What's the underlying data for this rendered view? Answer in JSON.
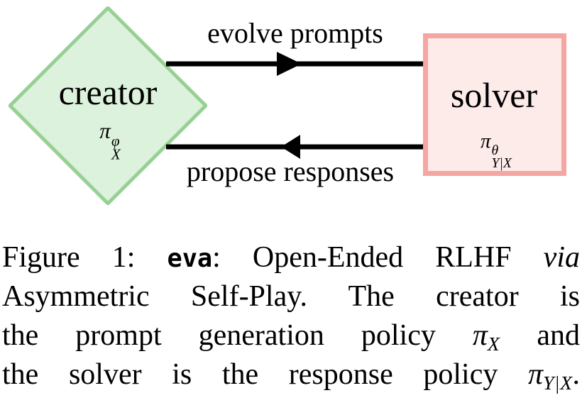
{
  "figure": {
    "creator": {
      "label": "creator",
      "symbol_base": "π",
      "symbol_sup": "φ",
      "symbol_sub": "X"
    },
    "solver": {
      "label": "solver",
      "symbol_base": "π",
      "symbol_sup": "θ",
      "symbol_sub": "Y|X"
    },
    "arrows": {
      "top_label": "evolve prompts",
      "bottom_label": "propose responses"
    },
    "colors": {
      "creator_fill": "#ddf2dc",
      "creator_border": "#96d093",
      "solver_fill": "#fdebea",
      "solver_border": "#f5a5a2",
      "arrow": "#000000"
    }
  },
  "caption": {
    "line1": {
      "prefix": "Figure 1: ",
      "eva": "eva",
      "mid": ": Open-Ended RLHF ",
      "via": "via"
    },
    "line2": {
      "a": "Asymmetric Self-Play. ",
      "b": "The creator is"
    },
    "line3": {
      "a": "the prompt generation policy ",
      "pi": "π",
      "sub": "X",
      "b": " and"
    },
    "line4": {
      "a": "the solver is the response policy ",
      "pi": "π",
      "sub": "Y|X",
      "b": "."
    }
  }
}
